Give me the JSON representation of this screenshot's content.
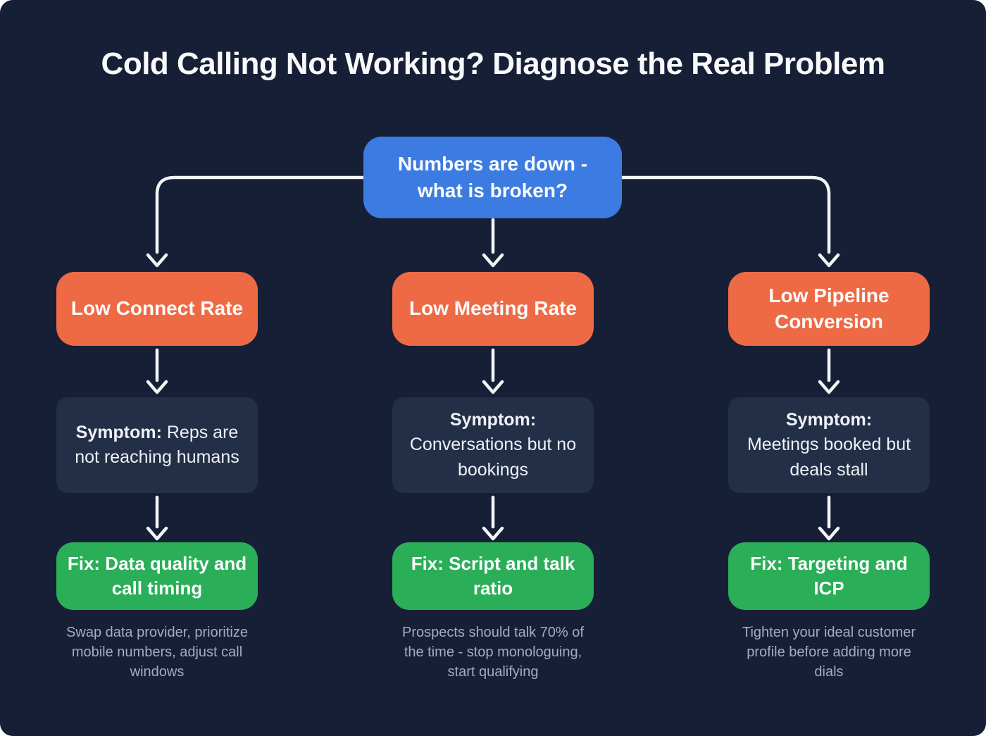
{
  "title": "Cold Calling Not Working? Diagnose the Real Problem",
  "root_node": {
    "label": "Numbers are down - what is broken?"
  },
  "columns": [
    {
      "problem": "Low Connect Rate",
      "symptom_label": "Symptom:",
      "symptom_text": "Reps are not reaching humans",
      "fix": "Fix: Data quality and call timing",
      "note": "Swap data provider, prioritize mobile numbers, adjust call windows"
    },
    {
      "problem": "Low Meeting Rate",
      "symptom_label": "Symptom:",
      "symptom_text": "Conversations but no bookings",
      "fix": "Fix: Script and talk ratio",
      "note": "Prospects should talk 70% of the time - stop monologuing, start qualifying"
    },
    {
      "problem": "Low Pipeline Conversion",
      "symptom_label": "Symptom:",
      "symptom_text": "Meetings booked but deals stall",
      "fix": "Fix: Targeting and ICP",
      "note": "Tighten your ideal customer profile before adding more dials"
    }
  ],
  "colors": {
    "background": "#161f35",
    "root_box": "#3c7ce2",
    "problem_box": "#ee6a45",
    "symptom_box": "#232f47",
    "fix_box": "#2bae58",
    "note_text": "#a3adc0",
    "connector": "#f2f4f7",
    "title_text": "#f8f9fb"
  }
}
